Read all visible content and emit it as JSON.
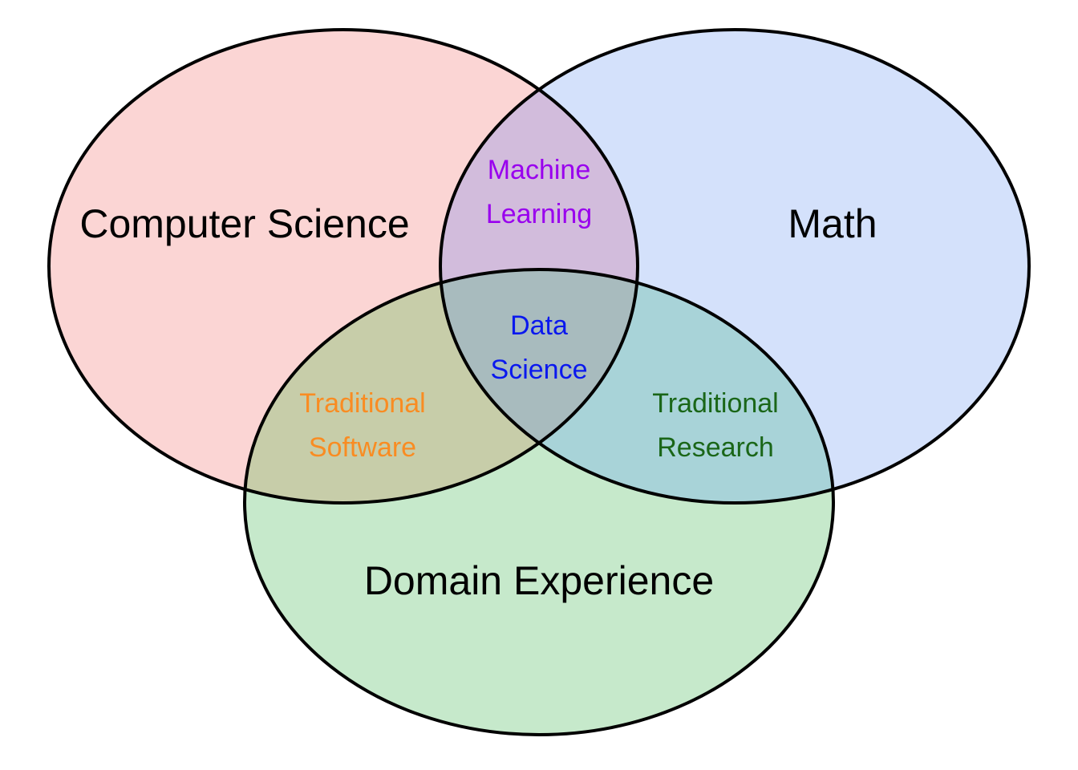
{
  "diagram": {
    "sets": [
      {
        "id": "cs",
        "label": "Computer Science",
        "fill": "#fbd5d4"
      },
      {
        "id": "math",
        "label": "Math",
        "fill": "#d4e1fb"
      },
      {
        "id": "domain",
        "label": "Domain Experience",
        "fill": "#c6e9cb"
      }
    ],
    "intersections": [
      {
        "id": "ml",
        "sets": [
          "cs",
          "math"
        ],
        "lines": [
          "Machine",
          "Learning"
        ],
        "color": "#9900ee",
        "fill": "#d2bcdc"
      },
      {
        "id": "ds",
        "sets": [
          "cs",
          "math",
          "domain"
        ],
        "lines": [
          "Data",
          "Science"
        ],
        "color": "#0a18ee",
        "fill": "#a8bbbe"
      },
      {
        "id": "ts",
        "sets": [
          "cs",
          "domain"
        ],
        "lines": [
          "Traditional",
          "Software"
        ],
        "color": "#f98c22",
        "fill": "#c7cda9"
      },
      {
        "id": "tr",
        "sets": [
          "math",
          "domain"
        ],
        "lines": [
          "Traditional",
          "Research"
        ],
        "color": "#1a6618",
        "fill": "#a8d3d8"
      }
    ],
    "outline_color": "#000000"
  }
}
